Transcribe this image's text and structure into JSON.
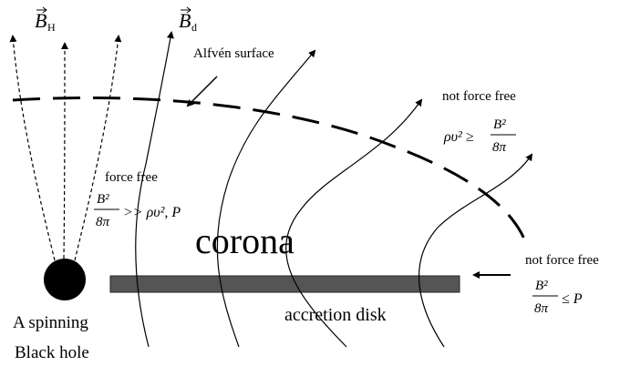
{
  "labels": {
    "b_h_symbol": "B",
    "b_h_subscript": "H",
    "b_d_symbol": "B",
    "b_d_subscript": "d",
    "alfven_surface": "Alfvén surface",
    "not_force_free_top": "not force free",
    "force_free": "force free",
    "corona": "corona",
    "not_force_free_right": "not force free",
    "accretion_disk": "accretion disk",
    "black_hole_line1": "A spinning",
    "black_hole_line2": "Black hole"
  },
  "equations": {
    "force_free_num": "B²",
    "force_free_den": "8π",
    "force_free_rhs": ">> ρυ², P",
    "top_lhs": "ρυ² ≥",
    "top_num": "B²",
    "top_den": "8π",
    "right_num": "B²",
    "right_den": "8π",
    "right_rhs": "≤ P"
  },
  "colors": {
    "disk": "#555555",
    "black_hole": "#000000",
    "lines": "#000000"
  }
}
